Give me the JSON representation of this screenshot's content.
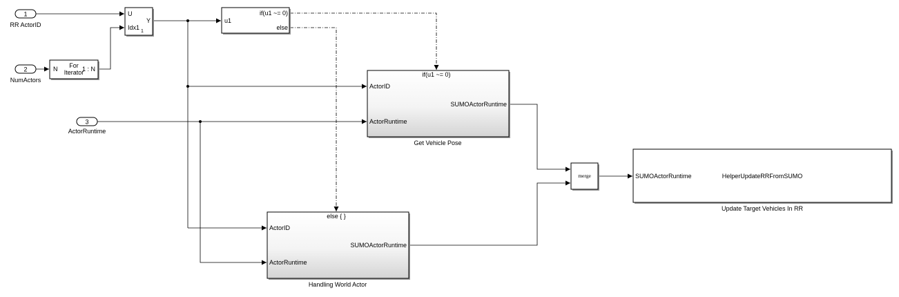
{
  "ports": {
    "p1": {
      "num": "1",
      "label": "RR ActorID"
    },
    "p2": {
      "num": "2",
      "label": "NumActors"
    },
    "p3": {
      "num": "3",
      "label": "ActorRuntime"
    }
  },
  "selector": {
    "in_u": "U",
    "in_idx": "Idx1",
    "idx_sub": "1",
    "out_y": "Y"
  },
  "for_iterator": {
    "in_n": "N",
    "line1": "For",
    "line2": "Iterator",
    "range": "1 : N"
  },
  "if_block": {
    "in": "u1",
    "out_if": "if(u1 ~= 0)",
    "out_else": "else"
  },
  "get_vehicle_pose": {
    "action": "if(u1 ~= 0)",
    "in_actor_id": "ActorID",
    "in_actor_runtime": "ActorRuntime",
    "out": "SUMOActorRuntime",
    "name": "Get Vehicle Pose"
  },
  "handling_world_actor": {
    "action": "else { }",
    "in_actor_id": "ActorID",
    "in_actor_runtime": "ActorRuntime",
    "out": "SUMOActorRuntime",
    "name": "Handling World Actor"
  },
  "merge": {
    "label": "merge"
  },
  "update_block": {
    "in": "SUMOActorRuntime",
    "function": "HelperUpdateRRFromSUMO",
    "name": "Update Target Vehicles In RR"
  }
}
